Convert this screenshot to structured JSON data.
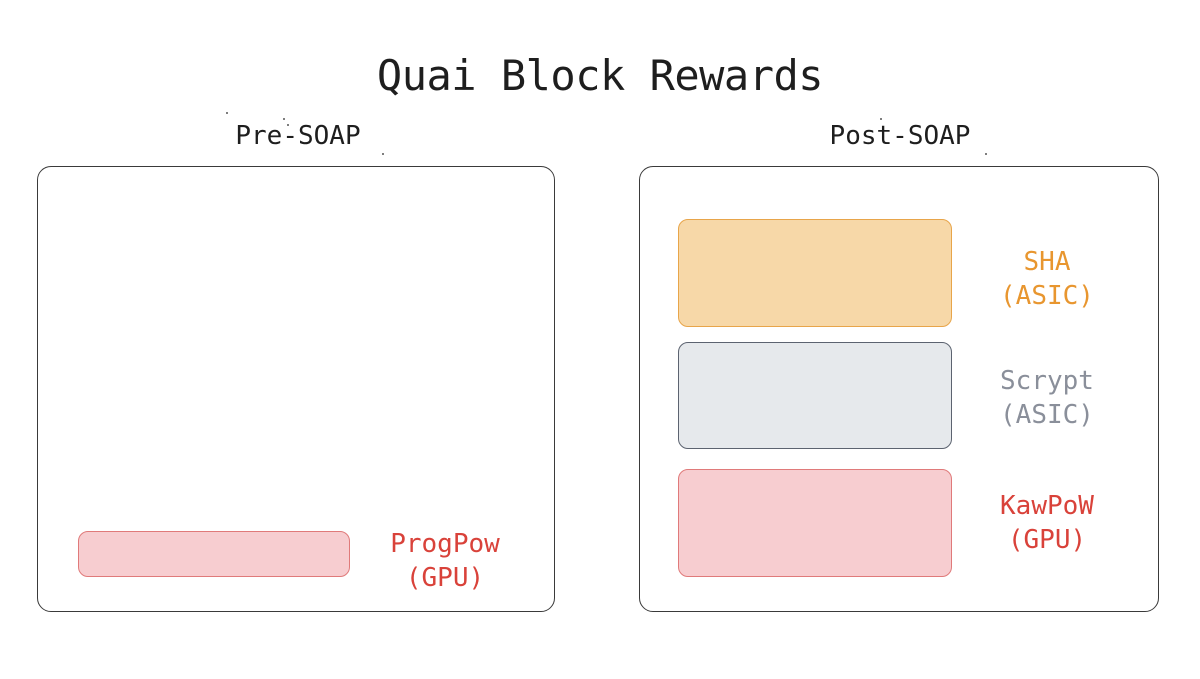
{
  "title": "Quai Block Rewards",
  "left_panel": {
    "label": "Pre-SOAP",
    "bars": [
      {
        "label_line1": "ProgPow",
        "label_line2": "(GPU)",
        "fill": "#f7cdd0",
        "stroke": "#e07a7a",
        "text_color": "#d9423a"
      }
    ]
  },
  "right_panel": {
    "label": "Post-SOAP",
    "bars": [
      {
        "label_line1": "SHA",
        "label_line2": "(ASIC)",
        "fill": "#f7d8a8",
        "stroke": "#e8a54a",
        "text_color": "#e8962f"
      },
      {
        "label_line1": "Scrypt",
        "label_line2": "(ASIC)",
        "fill": "#e6e9ec",
        "stroke": "#5c6370",
        "text_color": "#8a8f9a"
      },
      {
        "label_line1": "KawPoW",
        "label_line2": "(GPU)",
        "fill": "#f7cdd0",
        "stroke": "#e07a7a",
        "text_color": "#d9423a"
      }
    ]
  }
}
